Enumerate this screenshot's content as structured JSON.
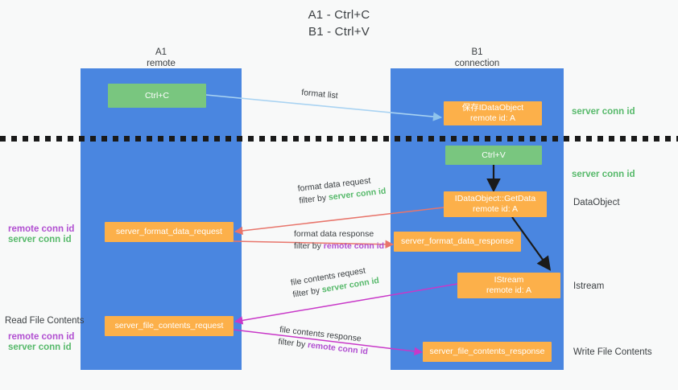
{
  "title": {
    "line1": "A1 - Ctrl+C",
    "line2": "B1 - Ctrl+V"
  },
  "columns": [
    {
      "name": "A1",
      "sub": "remote"
    },
    {
      "name": "B1",
      "sub": "connection"
    }
  ],
  "boxes": [
    {
      "id": "ctrl-c",
      "line1": "Ctrl+C",
      "line2": "",
      "color": "#79c67f"
    },
    {
      "id": "save-idataobject",
      "line1": "保存IDataObject",
      "line2": "remote id: A",
      "color": "#fcb04a"
    },
    {
      "id": "ctrl-v",
      "line1": "Ctrl+V",
      "line2": "",
      "color": "#79c67f"
    },
    {
      "id": "getdata",
      "line1": "IDataObject::GetData",
      "line2": "remote id: A",
      "color": "#fcb04a"
    },
    {
      "id": "format-data-request",
      "line1": "server_format_data_request",
      "line2": "",
      "color": "#fcb04a"
    },
    {
      "id": "format-data-response",
      "line1": "server_format_data_response",
      "line2": "",
      "color": "#fcb04a"
    },
    {
      "id": "istream",
      "line1": "IStream",
      "line2": "remote id: A",
      "color": "#fcb04a"
    },
    {
      "id": "file-contents-request",
      "line1": "server_file_contents_request",
      "line2": "",
      "color": "#fcb04a"
    },
    {
      "id": "file-contents-response",
      "line1": "server_file_contents_response",
      "line2": "",
      "color": "#fcb04a"
    }
  ],
  "edges": [
    {
      "id": "format-list",
      "line1": "format list",
      "line2_prefix": "",
      "line2_tag": "",
      "color": "#a9d3f2"
    },
    {
      "id": "format-data-request",
      "line1": "format data request",
      "line2_prefix": "filter by ",
      "line2_tag": "server conn id",
      "color": "#e8756b"
    },
    {
      "id": "format-data-response",
      "line1": "format data response",
      "line2_prefix": "filter by ",
      "line2_tag": "remote conn id",
      "color": "#e8756b"
    },
    {
      "id": "file-contents-request",
      "line1": "file contents request",
      "line2_prefix": "filter by ",
      "line2_tag": "server conn id",
      "color": "#c838c8"
    },
    {
      "id": "file-contents-response",
      "line1": "file contents response",
      "line2_prefix": "filter by ",
      "line2_tag": "remote conn id",
      "color": "#c838c8"
    }
  ],
  "right_labels": [
    {
      "id": "server-conn-id-top",
      "text": "server conn id",
      "style": "green"
    },
    {
      "id": "server-conn-id-mid",
      "text": "server conn id",
      "style": "green"
    },
    {
      "id": "dataobject",
      "text": "DataObject",
      "style": "plain"
    },
    {
      "id": "istream",
      "text": "Istream",
      "style": "plain"
    },
    {
      "id": "write-file-contents",
      "text": "Write File Contents",
      "style": "plain"
    }
  ],
  "left_labels": [
    {
      "id": "remote-conn-id-1",
      "text": "remote conn id",
      "style": "purple"
    },
    {
      "id": "server-conn-id-1",
      "text": "server conn id",
      "style": "green"
    },
    {
      "id": "read-file-contents",
      "text": "Read File Contents",
      "style": "plain"
    },
    {
      "id": "remote-conn-id-2",
      "text": "remote conn id",
      "style": "purple"
    },
    {
      "id": "server-conn-id-2",
      "text": "server conn id",
      "style": "green"
    }
  ],
  "colors": {
    "lane": "#4a86e0",
    "green_box": "#79c67f",
    "orange_box": "#fcb04a",
    "green_text": "#56b96a",
    "purple_text": "#b14fd1",
    "red_arrow": "#e8756b",
    "magenta_arrow": "#c838c8",
    "blue_arrow": "#a9d3f2",
    "black_arrow": "#1a1a1a",
    "background": "#f8f9f9"
  }
}
